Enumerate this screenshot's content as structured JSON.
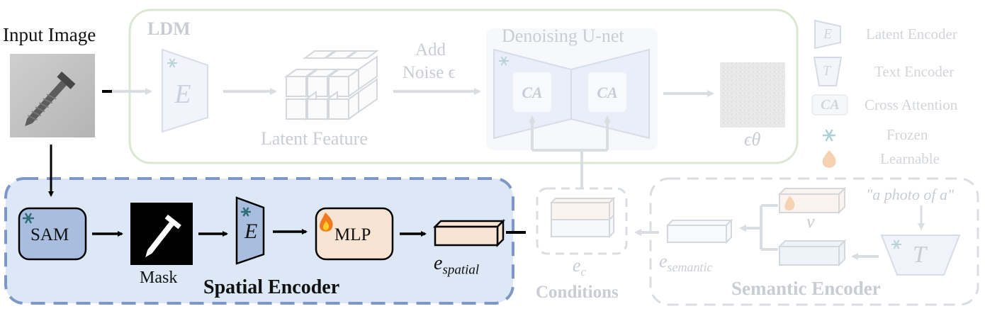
{
  "input": {
    "title": "Input Image"
  },
  "ldm": {
    "title": "LDM",
    "encoder_letter": "E",
    "latent_feature_label": "Latent Feature",
    "noise_label_line1": "Add",
    "noise_label_line2": "Noise ϵ",
    "unet_title": "Denoising U-net",
    "ca_left": "CA",
    "ca_right": "CA",
    "output_label": "ϵθ"
  },
  "legend": {
    "items": [
      {
        "symbol": "E",
        "label": "Latent Encoder"
      },
      {
        "symbol": "T",
        "label": "Text Encoder"
      },
      {
        "symbol": "CA",
        "label": "Cross Attention"
      },
      {
        "symbol": "snowflake",
        "label": "Frozen"
      },
      {
        "symbol": "flame",
        "label": "Learnable"
      }
    ]
  },
  "spatial": {
    "sam_label": "SAM",
    "mask_label": "Mask",
    "encoder_letter": "E",
    "mlp_label": "MLP",
    "output_label": "e_spatial",
    "output_main": "e",
    "output_sub": "spatial",
    "title": "Spatial Encoder"
  },
  "conditions": {
    "ec_main": "e",
    "ec_sub": "c",
    "title": "Conditions"
  },
  "semantic": {
    "es_main": "e",
    "es_sub": "semantic",
    "v_label": "v",
    "prompt": "\"a photo of a\"",
    "text_encoder_letter": "T",
    "title": "Semantic Encoder"
  },
  "colors": {
    "spatial_panel_fill": "#dce8f6",
    "spatial_panel_border": "#7e97c6",
    "ldm_border": "#d8e6cf",
    "sam_fill": "#a9bddf",
    "mlp_fill": "#f8e4d3",
    "faint_stroke": "#d9dce0",
    "frozen_icon": "#2f6e78",
    "learnable_icon": "#f07a1f"
  }
}
